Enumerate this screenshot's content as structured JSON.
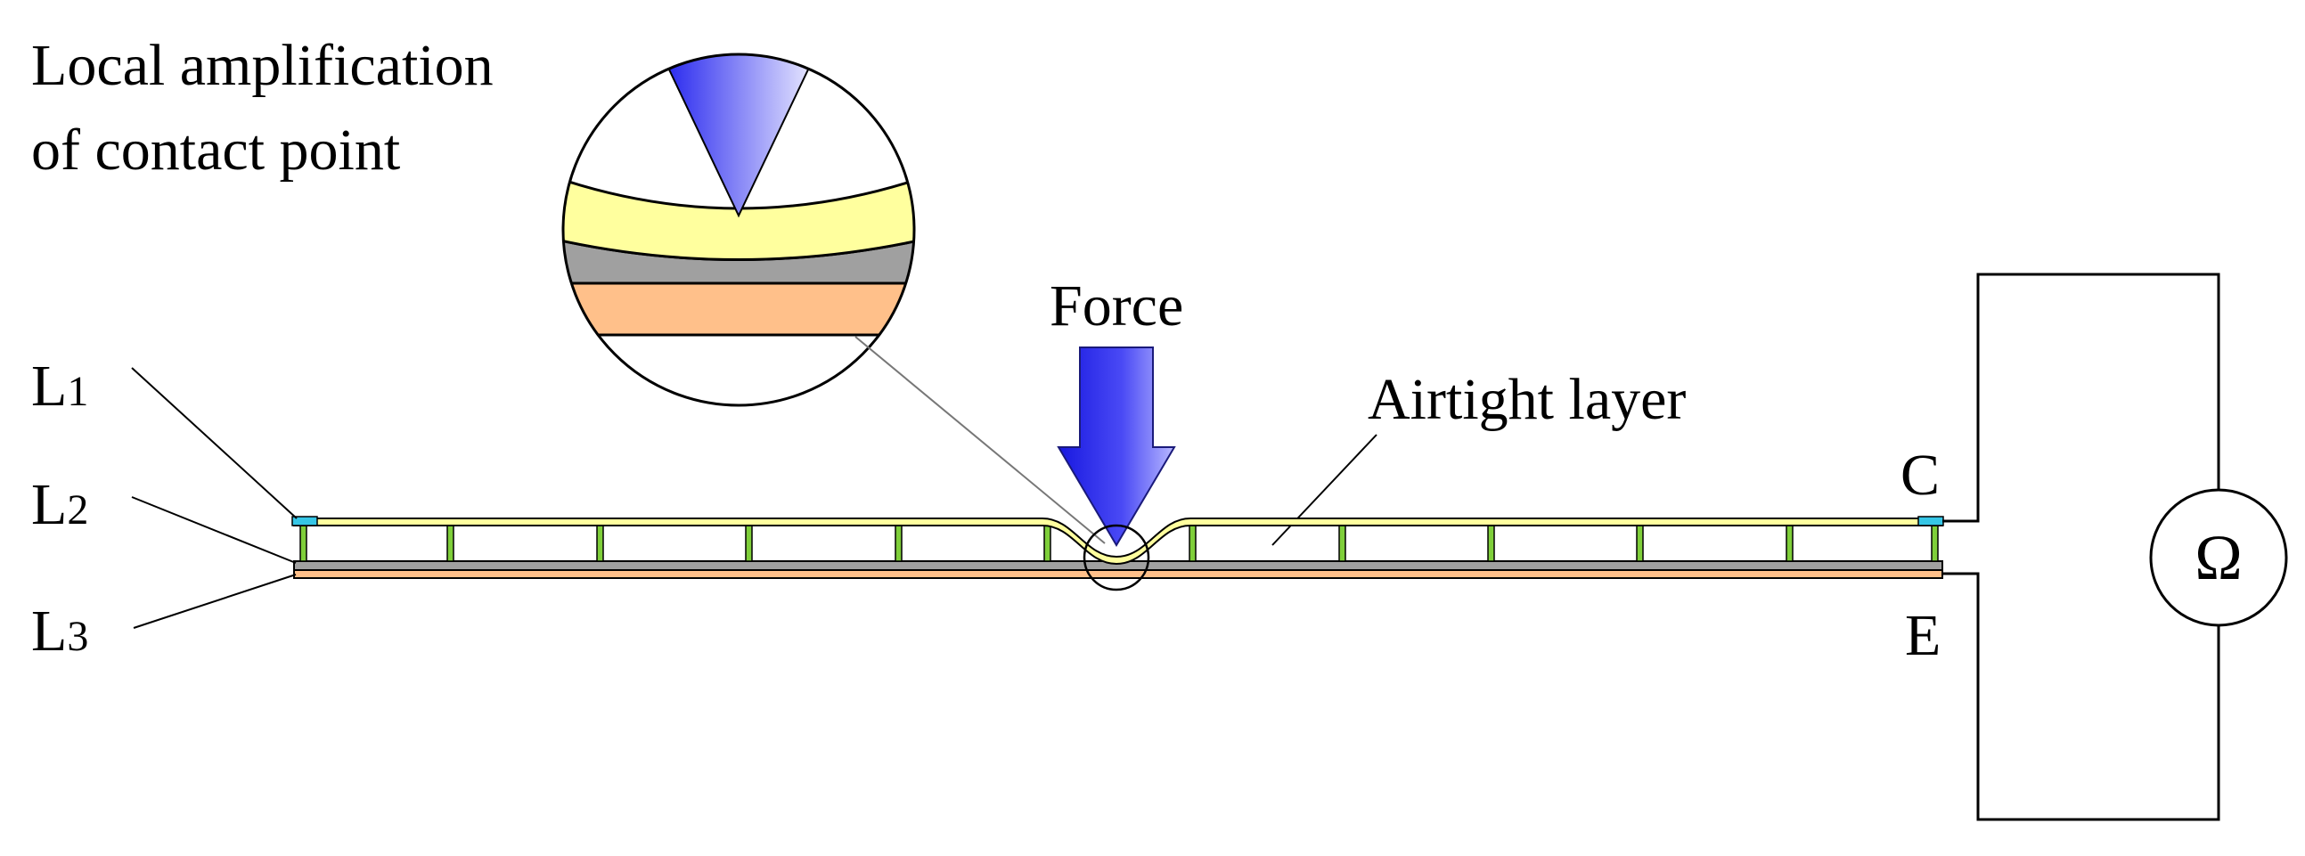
{
  "labels": {
    "magnifier_line1": "Local amplification",
    "magnifier_line2": "of contact point",
    "force": "Force",
    "airtight": "Airtight layer",
    "l1_letter": "L",
    "l1_sub": "1",
    "l2_letter": "L",
    "l2_sub": "2",
    "l3_letter": "L",
    "l3_sub": "3",
    "terminal_c": "C",
    "terminal_e": "E",
    "ohmmeter": "Ω"
  },
  "colors": {
    "top_layer": "#ffff9e",
    "middle_layer": "#a0a0a0",
    "bottom_layer": "#ffc08a",
    "spacer": "#7fcf3a",
    "edge_pad": "#36c6e6",
    "arrow_dark": "#2020ee",
    "arrow_light": "#b8b8ff"
  }
}
